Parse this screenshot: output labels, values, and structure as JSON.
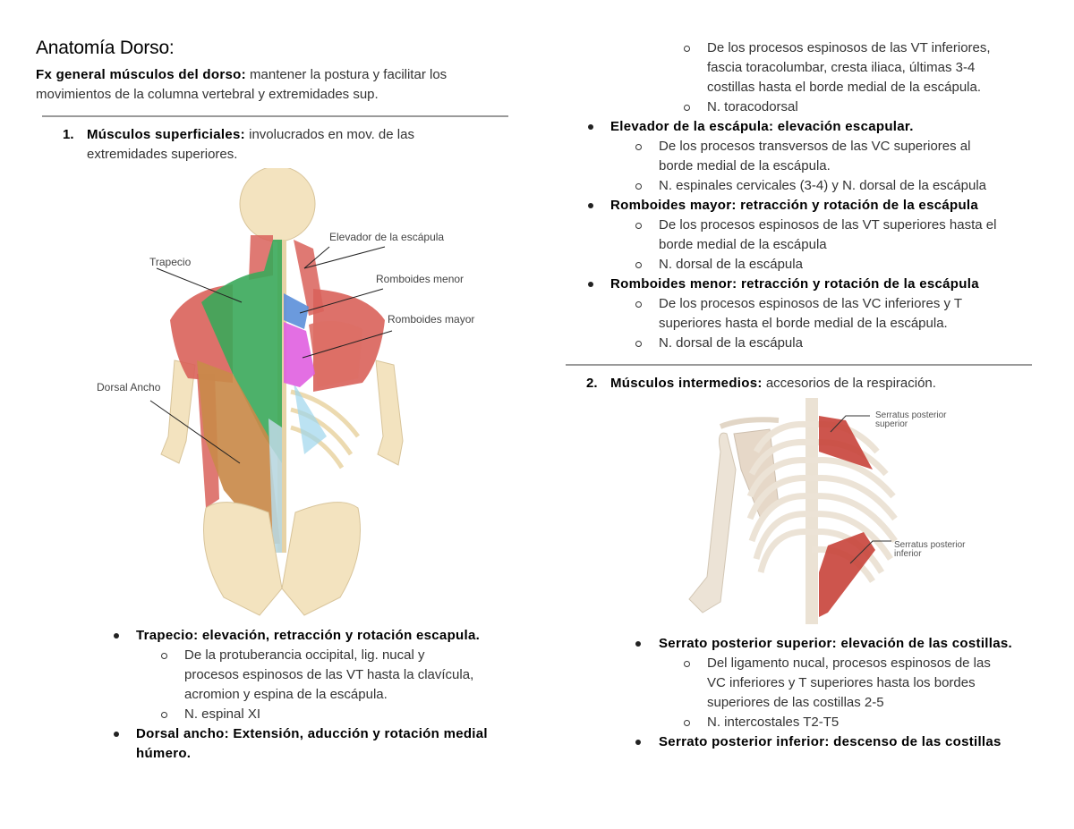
{
  "document": {
    "title": "Anatomía Dorso:",
    "intro": {
      "label": "Fx general músculos del dorso:",
      "text_line1": " mantener la postura y facilitar los",
      "text_line2": "movimientos de la columna vertebral y extremidades sup."
    },
    "left_column": {
      "section1": {
        "number": "1.",
        "label": "Músculos superficiales:",
        "text_line1": " involucrados en mov. de las",
        "text_line2": "extremidades superiores."
      },
      "figure": {
        "labels": {
          "trapecio": "Trapecio",
          "elevador": "Elevador de la escápula",
          "romboides_menor": "Romboides menor",
          "romboides_mayor": "Romboides mayor",
          "dorsal_ancho": "Dorsal Ancho"
        }
      },
      "items": [
        {
          "heading": "Trapecio: elevación, retracción y rotación escapula.",
          "sub": [
            [
              "De la protuberancia occipital, lig. nucal y",
              "procesos espinosos de las VT hasta la clavícula,",
              "acromion y espina de la escápula."
            ],
            [
              "N. espinal XI"
            ]
          ]
        },
        {
          "heading_line1": "Dorsal ancho: Extensión, aducción y rotación medial",
          "heading_line2": "húmero."
        }
      ]
    },
    "right_column": {
      "dorsal_ancho_cont": {
        "sub": [
          [
            "De los procesos espinosos de las VT inferiores,",
            "fascia toracolumbar, cresta iliaca, últimas 3-4",
            "costillas hasta el borde medial de la escápula."
          ],
          [
            "N. toracodorsal"
          ]
        ]
      },
      "items": [
        {
          "heading": "Elevador de la escápula: elevación escapular.",
          "sub": [
            [
              "De los procesos transversos de las VC superiores al",
              "borde medial de la escápula."
            ],
            [
              " N. espinales cervicales (3-4) y N. dorsal de la escápula"
            ]
          ]
        },
        {
          "heading": "Romboides mayor: retracción y rotación de la escápula",
          "sub": [
            [
              "De los procesos espinosos de las VT superiores hasta el",
              "borde medial de la escápula"
            ],
            [
              "N. dorsal de la escápula"
            ]
          ]
        },
        {
          "heading": " Romboides menor: retracción y rotación de la escápula",
          "sub": [
            [
              "De los procesos espinosos de las VC inferiores y T",
              "superiores hasta el borde medial de la escápula."
            ],
            [
              "N. dorsal de la escápula"
            ]
          ]
        }
      ],
      "section2": {
        "number": "2.",
        "label": "Músculos intermedios:",
        "text": " accesorios de la respiración."
      },
      "figure": {
        "labels": {
          "superior_line1": "Serratus posterior",
          "superior_line2": "superior",
          "inferior_line1": "Serratus posterior",
          "inferior_line2": "inferior"
        }
      },
      "items2": [
        {
          "heading": "Serrato posterior superior: elevación de las costillas.",
          "sub": [
            [
              "Del ligamento nucal, procesos espinosos de las",
              "VC inferiores y T superiores hasta los bordes",
              "superiores de las costillas 2-5"
            ],
            [
              "N. intercostales T2-T5"
            ]
          ]
        },
        {
          "heading": " Serrato posterior inferior: descenso de las costillas"
        }
      ]
    }
  },
  "colors": {
    "divider": "#9a9a9a",
    "trapecio": "#3aa85a",
    "romboides_menor": "#5b8fd9",
    "romboides_mayor": "#e05fe0",
    "dorsal_ancho": "#c98a4a",
    "muscle_red": "#d9625a",
    "bone": "#f1dfb8"
  }
}
